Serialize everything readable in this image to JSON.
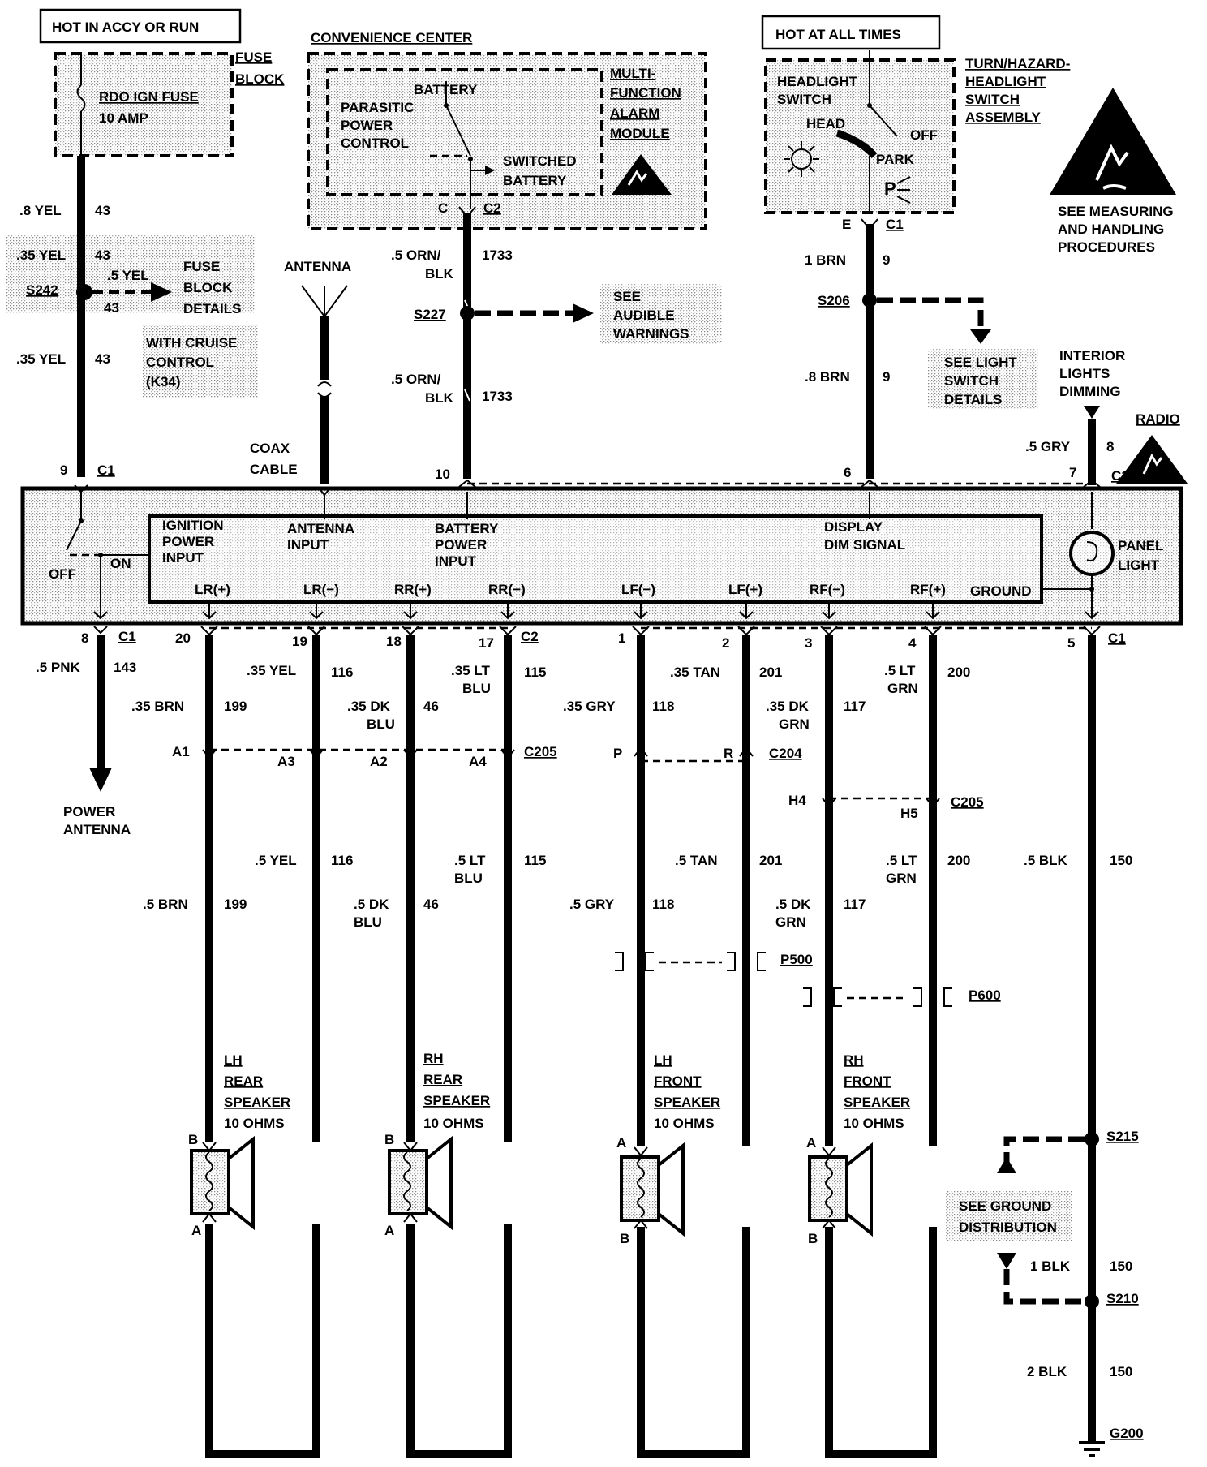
{
  "header": {
    "hot_accy_run": "HOT IN ACCY OR RUN",
    "hot_all_times": "HOT AT ALL TIMES"
  },
  "fuse_block": {
    "label_1": "FUSE",
    "label_2": "BLOCK",
    "fuse_name": "RDO IGN FUSE",
    "fuse_rating": "10 AMP"
  },
  "convenience_center": {
    "title": "CONVENIENCE CENTER",
    "battery": "BATTERY",
    "parasitic_1": "PARASITIC",
    "parasitic_2": "POWER",
    "parasitic_3": "CONTROL",
    "switched_1": "SWITCHED",
    "switched_2": "BATTERY",
    "module_1": "MULTI-",
    "module_2": "FUNCTION",
    "module_3": "ALARM",
    "module_4": "MODULE",
    "pin": "C",
    "connector": "C2"
  },
  "headlight_switch": {
    "label_1": "HEADLIGHT",
    "label_2": "SWITCH",
    "head": "HEAD",
    "off": "OFF",
    "park": "PARK",
    "assembly_1": "TURN/HAZARD-",
    "assembly_2": "HEADLIGHT",
    "assembly_3": "SWITCH",
    "assembly_4": "ASSEMBLY",
    "pin": "E",
    "connector": "C1"
  },
  "esd_note": {
    "line_1": "SEE MEASURING",
    "line_2": "AND HANDLING",
    "line_3": "PROCEDURES"
  },
  "ignition_feed": {
    "wire_top": ".8 YEL",
    "circuit": "43",
    "wire_mid": ".35 YEL",
    "splice": "S242",
    "branch_wire": ".5 YEL",
    "fuse_details_1": "FUSE",
    "fuse_details_2": "BLOCK",
    "fuse_details_3": "DETAILS",
    "wire_low": ".35 YEL",
    "cruise_1": "WITH CRUISE",
    "cruise_2": "CONTROL",
    "cruise_3": "(K34)",
    "pin": "9",
    "connector": "C1"
  },
  "antenna": {
    "title": "ANTENNA",
    "coax_1": "COAX",
    "coax_2": "CABLE"
  },
  "battery_feed": {
    "wire_1a": ".5 ORN/",
    "wire_1b": "BLK",
    "circuit": "1733",
    "splice": "S227",
    "see_1": "SEE",
    "see_2": "AUDIBLE",
    "see_3": "WARNINGS",
    "pin": "10"
  },
  "dim_feed": {
    "wire_1": "1 BRN",
    "circuit": "9",
    "splice": "S206",
    "wire_2": ".8 BRN",
    "see_1": "SEE LIGHT",
    "see_2": "SWITCH",
    "see_3": "DETAILS",
    "pin": "6"
  },
  "interior_dimming": {
    "line_1": "INTERIOR",
    "line_2": "LIGHTS",
    "line_3": "DIMMING",
    "wire": ".5 GRY",
    "circuit": "8",
    "pin": "7",
    "connector": "C1"
  },
  "radio": {
    "title": "RADIO",
    "ignition_1": "IGNITION",
    "ignition_2": "POWER",
    "ignition_3": "INPUT",
    "antenna_1": "ANTENNA",
    "antenna_2": "INPUT",
    "battery_1": "BATTERY",
    "battery_2": "POWER",
    "battery_3": "INPUT",
    "display_1": "DISPLAY",
    "display_2": "DIM SIGNAL",
    "panel_1": "PANEL",
    "panel_2": "LIGHT",
    "off": "OFF",
    "on": "ON",
    "ground": "GROUND",
    "terminals": [
      "LR(+)",
      "LR(−)",
      "RR(+)",
      "RR(−)",
      "LF(−)",
      "LF(+)",
      "RF(−)",
      "RF(+)"
    ]
  },
  "outputs": {
    "power_antenna": {
      "pin": "8",
      "connector": "C1",
      "wire": ".5 PNK",
      "circuit": "143",
      "label_1": "POWER",
      "label_2": "ANTENNA"
    },
    "pins": [
      "20",
      "19",
      "18",
      "17",
      "1",
      "2",
      "3",
      "4",
      "5"
    ],
    "connector_c2": "C2",
    "connector_c1": "C1",
    "top_wires": [
      {
        "color": ".35 BRN",
        "circuit": "199"
      },
      {
        "color": ".35 YEL",
        "circuit": "116"
      },
      {
        "color_1": ".35 DK",
        "color_2": "BLU",
        "circuit": "46"
      },
      {
        "color_1": ".35 LT",
        "color_2": "BLU",
        "circuit": "115"
      },
      {
        "color": ".35 GRY",
        "circuit": "118"
      },
      {
        "color": ".35 TAN",
        "circuit": "201"
      },
      {
        "color_1": ".35 DK",
        "color_2": "GRN",
        "circuit": "117"
      },
      {
        "color_1": ".5 LT",
        "color_2": "GRN",
        "circuit": "200"
      }
    ],
    "c205_pins": [
      "A1",
      "A3",
      "A2",
      "A4"
    ],
    "c205_label": "C205",
    "c204_pins": [
      "P",
      "R"
    ],
    "c204_label": "C204",
    "c205b_pins": [
      "H4",
      "H5"
    ],
    "c205b_label": "C205",
    "bottom_wires": [
      {
        "color": ".5 BRN",
        "circuit": "199"
      },
      {
        "color": ".5 YEL",
        "circuit": "116"
      },
      {
        "color_1": ".5 DK",
        "color_2": "BLU",
        "circuit": "46"
      },
      {
        "color_1": ".5 LT",
        "color_2": "BLU",
        "circuit": "115"
      },
      {
        "color": ".5 GRY",
        "circuit": "118"
      },
      {
        "color": ".5 TAN",
        "circuit": "201"
      },
      {
        "color_1": ".5 DK",
        "color_2": "GRN",
        "circuit": "117"
      },
      {
        "color_1": ".5 LT",
        "color_2": "GRN",
        "circuit": "200"
      }
    ],
    "p500": "P500",
    "p600": "P600"
  },
  "speakers": [
    {
      "line_1": "LH",
      "line_2": "REAR",
      "line_3": "SPEAKER",
      "ohms": "10 OHMS",
      "top": "B",
      "bottom": "A"
    },
    {
      "line_1": "RH",
      "line_2": "REAR",
      "line_3": "SPEAKER",
      "ohms": "10 OHMS",
      "top": "B",
      "bottom": "A"
    },
    {
      "line_1": "LH",
      "line_2": "FRONT",
      "line_3": "SPEAKER",
      "ohms": "10 OHMS",
      "top": "A",
      "bottom": "B"
    },
    {
      "line_1": "RH",
      "line_2": "FRONT",
      "line_3": "SPEAKER",
      "ohms": "10 OHMS",
      "top": "A",
      "bottom": "B"
    }
  ],
  "ground": {
    "wire_1": ".5 BLK",
    "circuit": "150",
    "splice_1": "S215",
    "see_1": "SEE GROUND",
    "see_2": "DISTRIBUTION",
    "wire_2": "1 BLK",
    "splice_2": "S210",
    "wire_3": "2 BLK",
    "ground_point": "G200"
  }
}
